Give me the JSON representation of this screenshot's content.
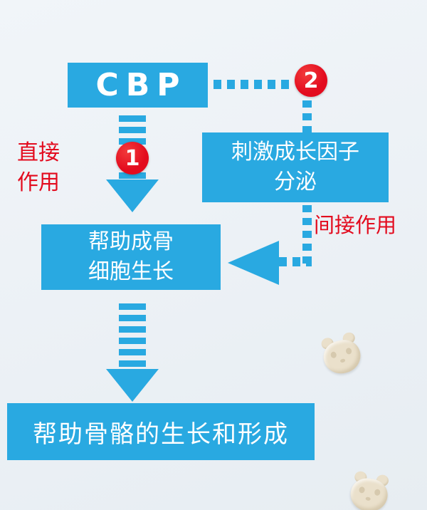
{
  "background": {
    "top": "#f1f5f9",
    "bottom": "#e7edf2"
  },
  "colors": {
    "blue": "#29a9e1",
    "red": "#e30b1e",
    "tablet_body": "#eae0cb",
    "tablet_shadow": "#d6c9ae"
  },
  "diagram": {
    "cbp_box": "CBP",
    "step1_badge": "1",
    "step2_badge": "2",
    "direct_effect": {
      "line1": "直接",
      "line2": "作用"
    },
    "indirect_effect": "间接作用",
    "stimulate_box": {
      "line1": "刺激成长因子",
      "line2": "分泌"
    },
    "osteoblast_box": {
      "line1": "帮助成骨",
      "line2": "细胞生长"
    },
    "result_box": "帮助骨骼的生长和形成"
  }
}
